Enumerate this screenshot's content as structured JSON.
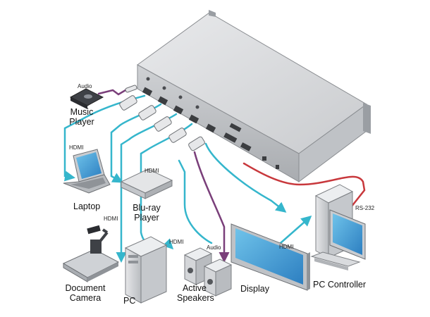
{
  "devices": {
    "music_player": "Music\nPlayer",
    "laptop": "Laptop",
    "bluray": "Blu-ray\nPlayer",
    "document_camera": "Document\nCamera",
    "pc": "PC",
    "active_speakers": "Active\nSpeakers",
    "display": "Display",
    "pc_controller": "PC Controller"
  },
  "cables": {
    "audio_music": "Audio",
    "hdmi_laptop": "HDMI",
    "hdmi_bluray": "HDMI",
    "hdmi_camera": "HDMI",
    "hdmi_pc": "HDMI",
    "audio_speakers": "Audio",
    "hdmi_display": "HDMI",
    "rs232": "RS-232"
  },
  "colors": {
    "hdmi_cable": "#35b6cc",
    "audio_cable": "#7a3f7a",
    "rs232_cable": "#c8383c",
    "device_body": "#d7d9dc"
  }
}
